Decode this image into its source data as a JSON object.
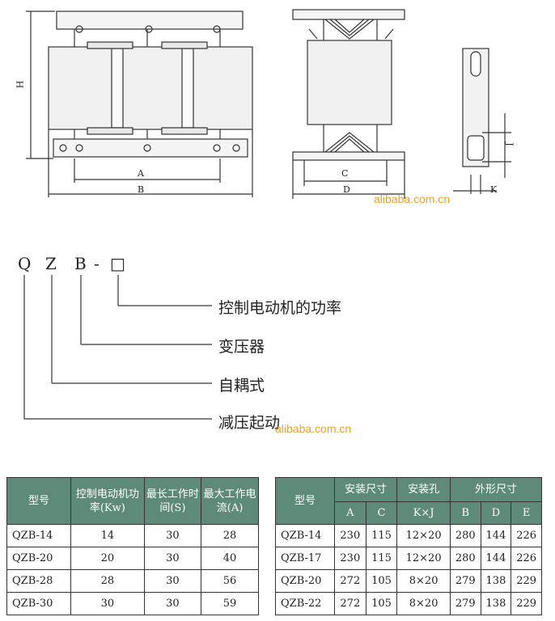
{
  "drawing_labels": {
    "h": "H",
    "a": "A",
    "b": "B",
    "c": "C",
    "d": "D",
    "j": "J",
    "k": "K"
  },
  "watermark": "alibaba.com.cn",
  "model_code": {
    "letters": [
      "Q",
      "Z",
      "B",
      "-",
      "□"
    ],
    "meanings": [
      "控制电动机的功率",
      "变压器",
      "自耦式",
      "减压起动"
    ]
  },
  "table1": {
    "headers": [
      "型号",
      "控制电动机功率(Kw)",
      "最长工作时间(S)",
      "最大工作电流(A)"
    ],
    "rows": [
      [
        "QZB-14",
        "14",
        "30",
        "28"
      ],
      [
        "QZB-20",
        "20",
        "30",
        "40"
      ],
      [
        "QZB-28",
        "28",
        "30",
        "56"
      ],
      [
        "QZB-30",
        "30",
        "30",
        "59"
      ]
    ]
  },
  "table2": {
    "headers": {
      "model": "型号",
      "install_size": "安装尺寸",
      "install_hole": "安装孔",
      "outline_size": "外形尺寸"
    },
    "subheaders": [
      "A",
      "C",
      "K×J",
      "B",
      "D",
      "E"
    ],
    "rows": [
      [
        "QZB-14",
        "230",
        "115",
        "12×20",
        "280",
        "144",
        "226"
      ],
      [
        "QZB-17",
        "230",
        "115",
        "12×20",
        "280",
        "144",
        "226"
      ],
      [
        "QZB-20",
        "272",
        "105",
        "8×20",
        "279",
        "138",
        "229"
      ],
      [
        "QZB-22",
        "272",
        "105",
        "8×20",
        "279",
        "138",
        "229"
      ]
    ]
  },
  "colors": {
    "table_header": "#5e8a7a",
    "watermark": "#f0a020",
    "line": "#333333"
  }
}
